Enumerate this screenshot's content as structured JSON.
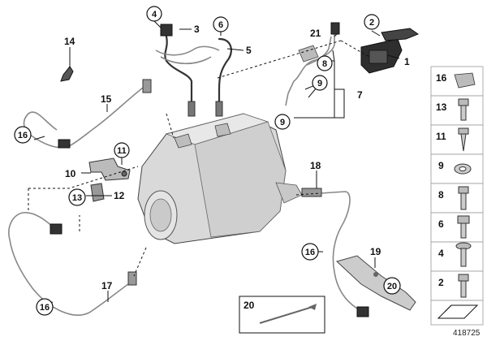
{
  "diagram": {
    "reference_number": "418725",
    "callouts": {
      "c1": "1",
      "c2": "2",
      "c3": "3",
      "c4": "4",
      "c5": "5",
      "c6": "6",
      "c7": "7",
      "c8": "8",
      "c9a": "9",
      "c9b": "9",
      "c10": "10",
      "c11": "11",
      "c12": "12",
      "c13": "13",
      "c14": "14",
      "c15": "15",
      "c16a": "16",
      "c16b": "16",
      "c16c": "16",
      "c17": "17",
      "c18": "18",
      "c19": "19",
      "c20a": "20",
      "c20b": "20",
      "c21": "21"
    },
    "parts_column": [
      "16",
      "13",
      "11",
      "9",
      "8",
      "6",
      "4",
      "2"
    ]
  }
}
